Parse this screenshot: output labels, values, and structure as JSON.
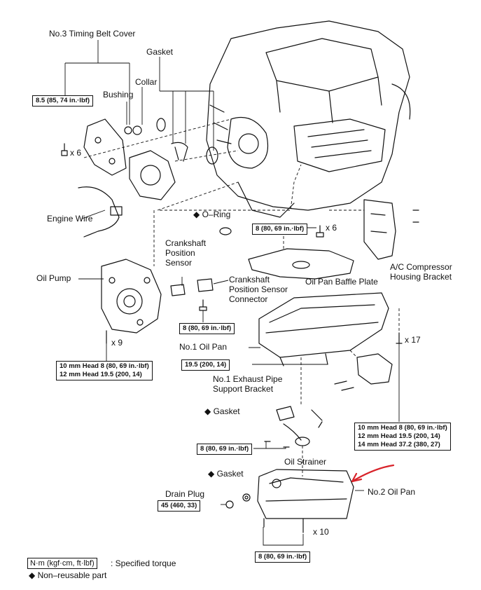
{
  "labels": {
    "timing_belt_cover": "No.3 Timing Belt Cover",
    "gasket_top": "Gasket",
    "collar": "Collar",
    "bushing": "Bushing",
    "engine_wire": "Engine Wire",
    "o_ring": "O–Ring",
    "crank_sensor": "Crankshaft\nPosition\nSensor",
    "crank_sensor_connector": "Crankshaft\nPosition Sensor\nConnector",
    "oil_pump": "Oil Pump",
    "baffle_plate": "Oil Pan Baffle Plate",
    "ac_bracket": "A/C Compressor\nHousing Bracket",
    "no1_oil_pan": "No.1 Oil Pan",
    "exhaust_bracket": "No.1 Exhaust Pipe\nSupport Bracket",
    "gasket_mid": "Gasket",
    "oil_strainer": "Oil Strainer",
    "gasket_low": "Gasket",
    "drain_plug": "Drain Plug",
    "no2_oil_pan": "No.2 Oil Pan"
  },
  "torque": {
    "timing_cover": "8.5 (85, 74 in.·lbf)",
    "baffle": "8 (80, 69 in.·lbf)",
    "sensor": "8 (80, 69 in.·lbf)",
    "pump_1": "10 mm Head 8 (80, 69 in.·lbf)",
    "pump_2": "12 mm Head 19.5 (200, 14)",
    "bracket": "19.5 (200, 14)",
    "strainer": "8 (80, 69 in.·lbf)",
    "pan1_1": "10 mm Head 8 (80, 69 in.·lbf)",
    "pan1_2": "12 mm Head 19.5 (200, 14)",
    "pan1_3": "14 mm Head 37.2 (380, 27)",
    "drain": "45 (460, 33)",
    "pan2": "8 (80, 69 in.·lbf)"
  },
  "multipliers": {
    "timing_cover": "x 6",
    "baffle": "x 6",
    "pump": "x 9",
    "pan1": "x 17",
    "pan2": "x 10"
  },
  "legend": {
    "unit_box": "N·m (kgf·cm, ft·lbf)",
    "unit_desc": ": Specified torque",
    "non_reusable": "◆  Non–reusable part",
    "diamond": "◆"
  },
  "colors": {
    "annotation_arrow": "#d8232a",
    "ink": "#111111"
  }
}
